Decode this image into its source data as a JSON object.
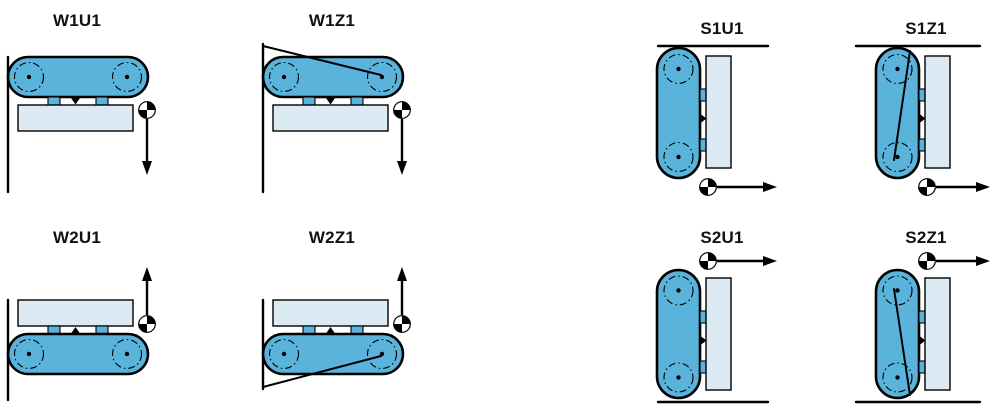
{
  "colors": {
    "unit_fill": "#5ab3da",
    "rail_fill": "#dceaf4",
    "outline": "#000000",
    "title_color": "#111111"
  },
  "icons": {
    "datum_symbol": "reference-point-quadrant-circle",
    "direction_arrow": "solid-arrow",
    "pulley": "dash-dot-circle"
  },
  "diagrams": [
    {
      "id": "w1u1",
      "label": "W1U1",
      "orientation": "horizontal",
      "arrow_direction": "down"
    },
    {
      "id": "w1z1",
      "label": "W1Z1",
      "orientation": "horizontal",
      "arrow_direction": "down"
    },
    {
      "id": "s1u1",
      "label": "S1U1",
      "orientation": "vertical",
      "arrow_direction": "right"
    },
    {
      "id": "s1z1",
      "label": "S1Z1",
      "orientation": "vertical",
      "arrow_direction": "right"
    },
    {
      "id": "w2u1",
      "label": "W2U1",
      "orientation": "horizontal",
      "arrow_direction": "up"
    },
    {
      "id": "w2z1",
      "label": "W2Z1",
      "orientation": "horizontal",
      "arrow_direction": "up"
    },
    {
      "id": "s2u1",
      "label": "S2U1",
      "orientation": "vertical",
      "arrow_direction": "right"
    },
    {
      "id": "s2z1",
      "label": "S2Z1",
      "orientation": "vertical",
      "arrow_direction": "right"
    }
  ]
}
